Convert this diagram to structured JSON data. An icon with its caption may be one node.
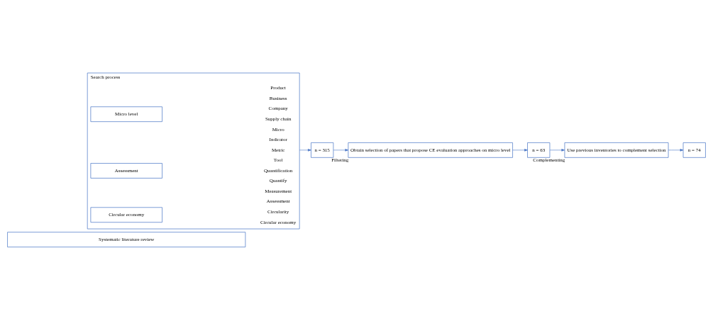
{
  "diagram": {
    "nodes": [
      {
        "text": [
          "Systematic literature review"
        ]
      },
      {
        "text": [
          "Search process"
        ]
      },
      {
        "text": [
          "Circular economy"
        ],
        "in": 1
      },
      {
        "text": [
          "Assessment"
        ],
        "in": 1
      },
      {
        "text": [
          "Micro level"
        ],
        "in": 1
      },
      {
        "text": [
          "n = 315"
        ]
      },
      {
        "text": [
          "Obtain selection of papers that propose CE evaluation approaches on micro level"
        ],
        "beside": [
          "Filtering"
        ]
      },
      {
        "text": [
          "n = 63"
        ]
      },
      {
        "text": [
          "Use previous inventories to complement selection"
        ],
        "beside": [
          "Complementing"
        ]
      },
      {
        "text": [
          "n = 74"
        ]
      }
    ],
    "edges": [
      {
        "from": 1,
        "to": 5,
        "arrow": "to"
      },
      {
        "from": 5,
        "to": 6,
        "arrow": "to"
      },
      {
        "from": 6,
        "to": 7,
        "arrow": "to"
      },
      {
        "from": 7,
        "to": 8,
        "arrow": "to"
      },
      {
        "from": 8,
        "to": 9,
        "arrow": "to"
      }
    ],
    "labels": [
      "Circular economy",
      "Circularity",
      "Assessment",
      "Measurement",
      "Quantify",
      "Quantification",
      "Tool",
      "Metric",
      "Indicator",
      "Micro",
      "Supply chain",
      "Company",
      "Business",
      "Product"
    ]
  }
}
